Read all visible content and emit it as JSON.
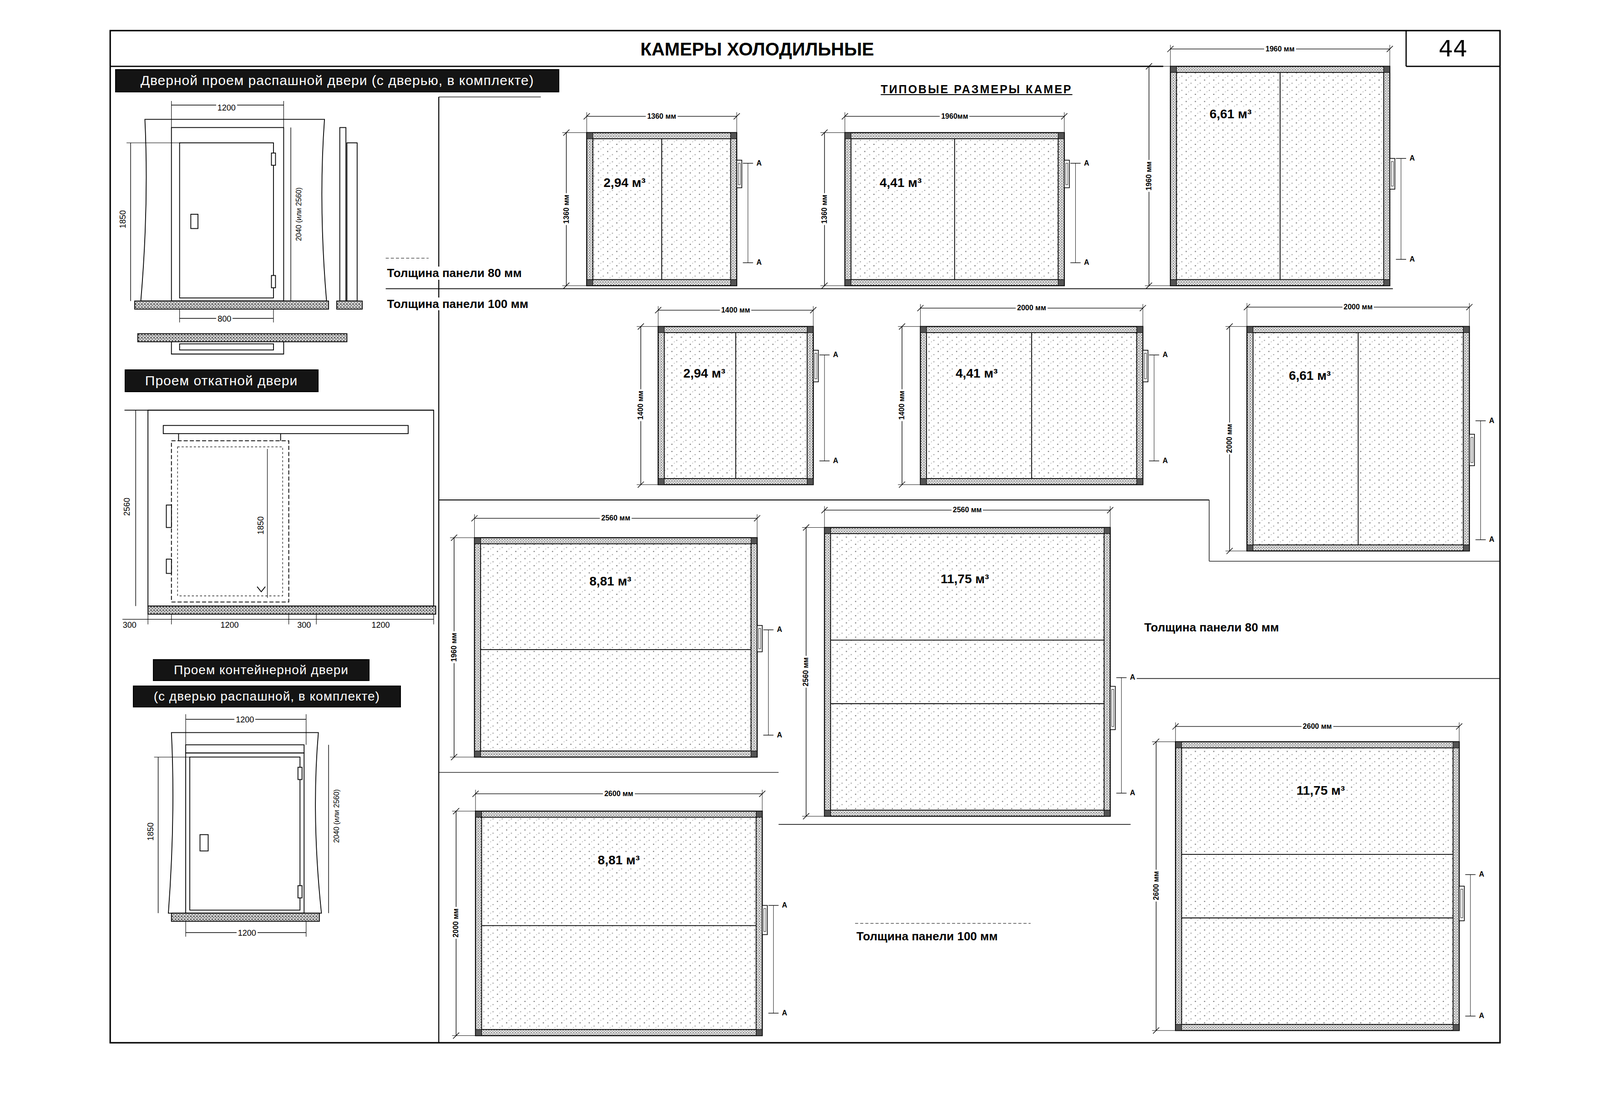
{
  "diagram": {
    "title": "КАМЕРЫ ХОЛОДИЛЬНЫЕ",
    "nodes": [
      {
        "text": [
          "44"
        ]
      },
      {
        "text": [
          "Дверной проем распашной двери (с дверью, в комплекте)"
        ]
      },
      {
        "text": [
          "Проем откатной двери"
        ]
      },
      {
        "text": [
          "Проем контейнерной двери"
        ]
      },
      {
        "text": [
          "(с дверью распашной, в комплекте)"
        ]
      },
      {
        "text": [
          "2,94 м³"
        ]
      },
      {
        "text": [
          "4,41 м³"
        ]
      },
      {
        "text": [
          "6,61 м³"
        ]
      },
      {
        "text": [
          "2,94 м³"
        ]
      },
      {
        "text": [
          "4,41 м³"
        ]
      },
      {
        "text": [
          "6,61 м³"
        ]
      },
      {
        "text": [
          "8,81 м³"
        ]
      },
      {
        "text": [
          "11,75 м³"
        ]
      },
      {
        "text": [
          "8,81 м³"
        ]
      },
      {
        "text": [
          "11,75 м³"
        ]
      }
    ],
    "labels": [
      "1200",
      "1850",
      "2040 (или 2560)",
      "800",
      "2560",
      "1850",
      "300",
      "1200",
      "300",
      "1200",
      "1200",
      "1850",
      "2040 (или 2560)",
      "1200",
      "ТИПОВЫЕ РАЗМЕРЫ КАМЕР",
      "Толщина панели 80 мм",
      "Толщина панели 100 мм",
      "Толщина панели 80 мм",
      "Толщина панели 100 мм",
      "1360 мм",
      "1360 мм",
      "А",
      "А",
      "1960мм",
      "1360 мм",
      "А",
      "А",
      "1960 мм",
      "1960 мм",
      "А",
      "А",
      "1400 мм",
      "1400 мм",
      "А",
      "А",
      "2000 мм",
      "1400 мм",
      "А",
      "А",
      "2000 мм",
      "2000 мм",
      "А",
      "А",
      "2560 мм",
      "1960 мм",
      "А",
      "А",
      "2560 мм",
      "2560 мм",
      "А",
      "А",
      "2600 мм",
      "2000 мм",
      "А",
      "А",
      "2600 мм",
      "2600 мм",
      "А",
      "А"
    ]
  }
}
